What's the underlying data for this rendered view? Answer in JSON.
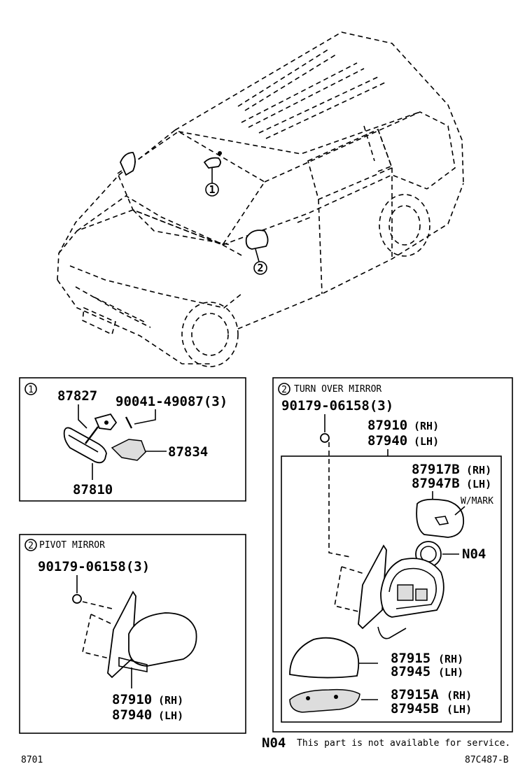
{
  "overview": {
    "callout1": "1",
    "callout2": "2"
  },
  "box1": {
    "index": "1",
    "parts": {
      "p87827": "87827",
      "p90041": "90041-49087(3)",
      "p87834": "87834",
      "p87810": "87810"
    }
  },
  "box2": {
    "index": "2",
    "title": "PIVOT MIRROR",
    "parts": {
      "p90179": "90179-06158(3)",
      "p87910": "87910",
      "p87910s": "(RH)",
      "p87940": "87940",
      "p87940s": "(LH)"
    }
  },
  "box3": {
    "index": "2",
    "title": "TURN OVER MIRROR",
    "parts": {
      "p90179": "90179-06158(3)",
      "p87910": "87910",
      "p87910s": "(RH)",
      "p87940": "87940",
      "p87940s": "(LH)",
      "p87917b": "87917B",
      "p87917bs": "(RH)",
      "p87947b": "87947B",
      "p87947bs": "(LH)",
      "wmark": "W/MARK",
      "n04": "N04",
      "p87915": "87915",
      "p87915s": "(RH)",
      "p87945": "87945",
      "p87945s": "(LH)",
      "p87915a": "87915A",
      "p87915as": "(RH)",
      "p87945b": "87945B",
      "p87945bs": "(LH)"
    }
  },
  "footer": {
    "note_code": "N04",
    "note_text": "This part is not available for service.",
    "page_ref": "8701",
    "drawing_no": "87C487-B"
  }
}
